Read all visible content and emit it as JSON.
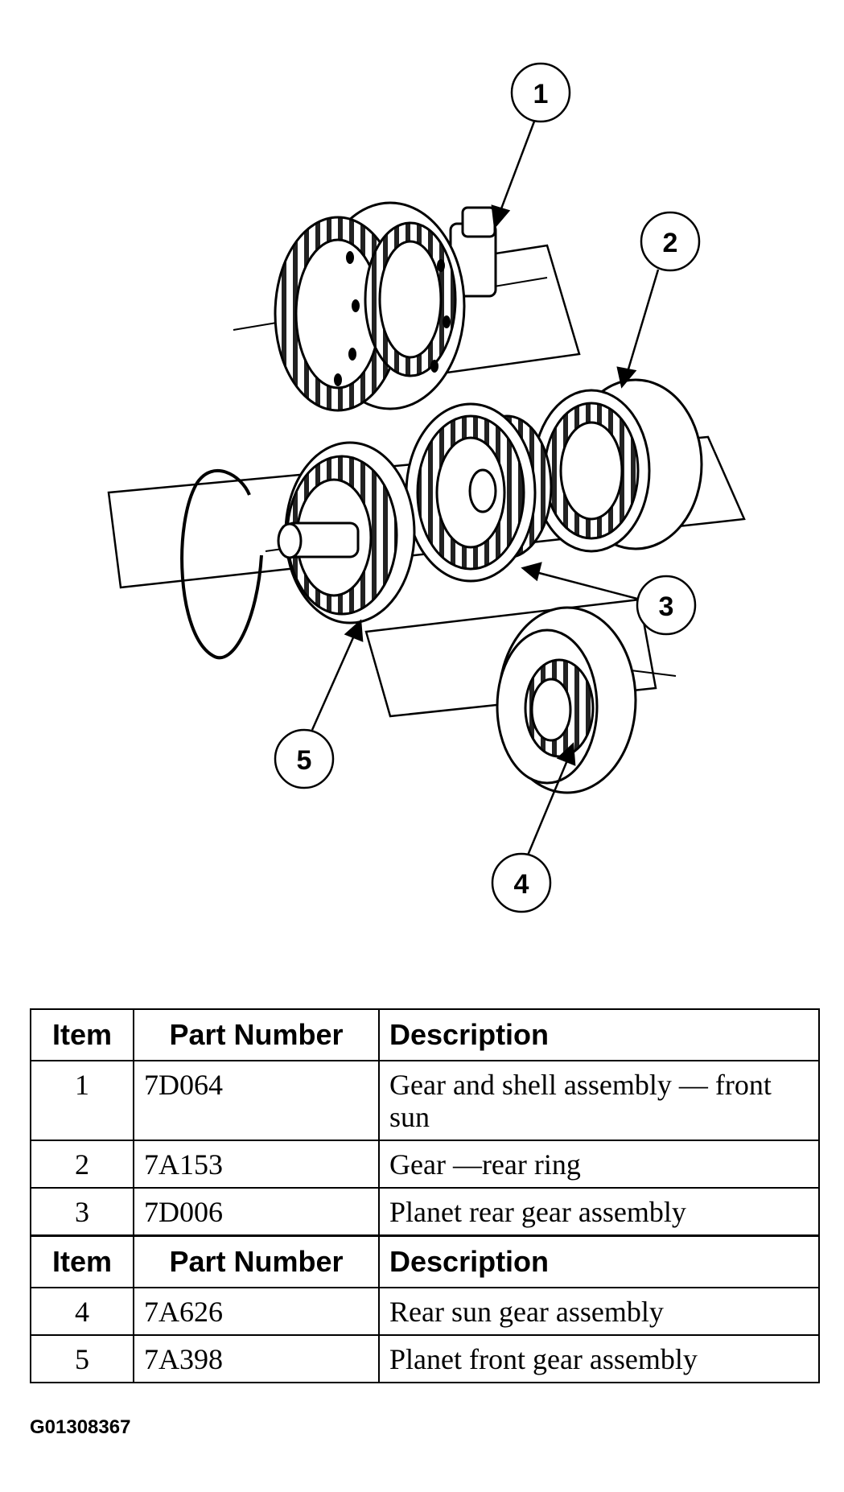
{
  "callouts": [
    {
      "label": "1",
      "item": 1
    },
    {
      "label": "2",
      "item": 2
    },
    {
      "label": "3",
      "item": 3
    },
    {
      "label": "4",
      "item": 4
    },
    {
      "label": "5",
      "item": 5
    }
  ],
  "table": {
    "header": {
      "item": "Item",
      "part_number": "Part Number",
      "description": "Description"
    },
    "rows_top": [
      {
        "item": "1",
        "part_number": "7D064",
        "description": "Gear and shell assembly — front sun"
      },
      {
        "item": "2",
        "part_number": "7A153",
        "description": "Gear —rear ring"
      },
      {
        "item": "3",
        "part_number": "7D006",
        "description": "Planet rear gear assembly"
      }
    ],
    "rows_bottom": [
      {
        "item": "4",
        "part_number": "7A626",
        "description": "Rear sun gear assembly"
      },
      {
        "item": "5",
        "part_number": "7A398",
        "description": "Planet front gear assembly"
      }
    ]
  },
  "figure_code": "G01308367"
}
